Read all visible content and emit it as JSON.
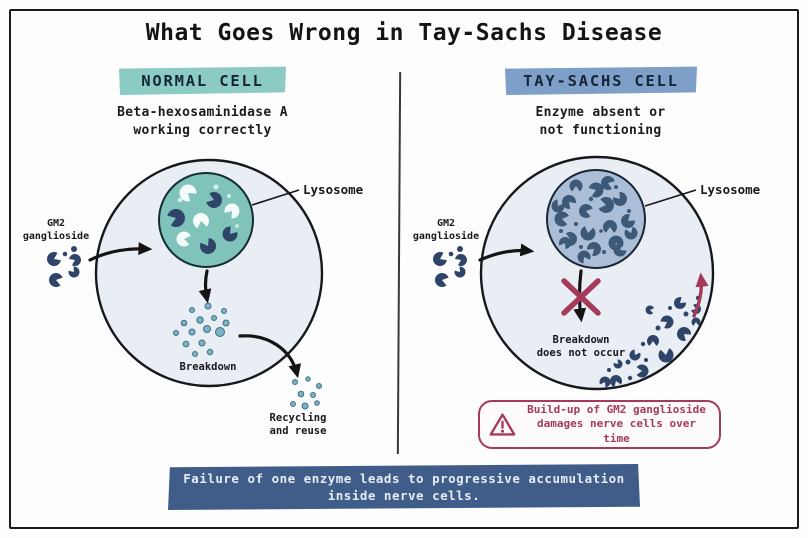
{
  "title": "What Goes Wrong in Tay-Sachs Disease",
  "normal": {
    "header": "NORMAL CELL",
    "subtitle_line1": "Beta-hexosaminidase A",
    "subtitle_line2": "working correctly",
    "gm2_label_line1": "GM2",
    "gm2_label_line2": "ganglioside",
    "lysosome_label": "Lysosome",
    "breakdown_label": "Breakdown",
    "recycling_line1": "Recycling",
    "recycling_line2": "and reuse"
  },
  "taysachs": {
    "header": "TAY-SACHS CELL",
    "subtitle_line1": "Enzyme absent or",
    "subtitle_line2": "not functioning",
    "gm2_label_line1": "GM2",
    "gm2_label_line2": "ganglioside",
    "lysosome_label": "Lysosome",
    "breakdown_line1": "Breakdown",
    "breakdown_line2": "does not occur"
  },
  "warning": {
    "line1": "Build-up of GM2 ganglioside",
    "line2": "damages nerve cells over time"
  },
  "footer": {
    "line1": "Failure of one enzyme leads to progressive accumulation",
    "line2": "inside nerve cells."
  },
  "icons": {
    "warning": "warning-triangle-icon",
    "gm2_molecule": "pac-man-molecule-icon",
    "breakdown_product": "small-dot-icon"
  },
  "colors": {
    "teal_highlight": "#8bcbc4",
    "blue_highlight": "#7e9fc7",
    "cell_fill": "#e9eef5",
    "normal_lysosome": "#7fc3bb",
    "ts_lysosome": "#aabfd7",
    "navy": "#2e4468",
    "slate": "#3e5878",
    "teal_dot": "#7cb2c2",
    "crimson": "#a63a5a",
    "banner_bg": "#3f5d88",
    "ink": "#1a1a1a"
  }
}
